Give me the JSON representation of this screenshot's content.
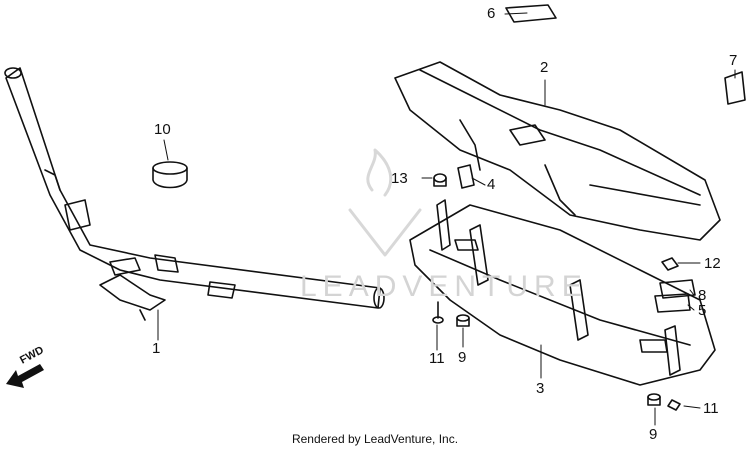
{
  "diagram": {
    "footer": "Rendered by LeadVenture, Inc.",
    "watermark": "LEADVENTURE",
    "fwd_label": "FWD",
    "callouts": [
      {
        "id": "1",
        "label": "1"
      },
      {
        "id": "2",
        "label": "2"
      },
      {
        "id": "3",
        "label": "3"
      },
      {
        "id": "4",
        "label": "4"
      },
      {
        "id": "5",
        "label": "5"
      },
      {
        "id": "6",
        "label": "6"
      },
      {
        "id": "7",
        "label": "7"
      },
      {
        "id": "8",
        "label": "8"
      },
      {
        "id": "9a",
        "label": "9"
      },
      {
        "id": "9b",
        "label": "9"
      },
      {
        "id": "10",
        "label": "10"
      },
      {
        "id": "11a",
        "label": "11"
      },
      {
        "id": "11b",
        "label": "11"
      },
      {
        "id": "12",
        "label": "12"
      },
      {
        "id": "13",
        "label": "13"
      }
    ],
    "icons": {
      "fwd_arrow": "arrow-icon",
      "watermark_logo": "flame-logo-icon"
    }
  }
}
